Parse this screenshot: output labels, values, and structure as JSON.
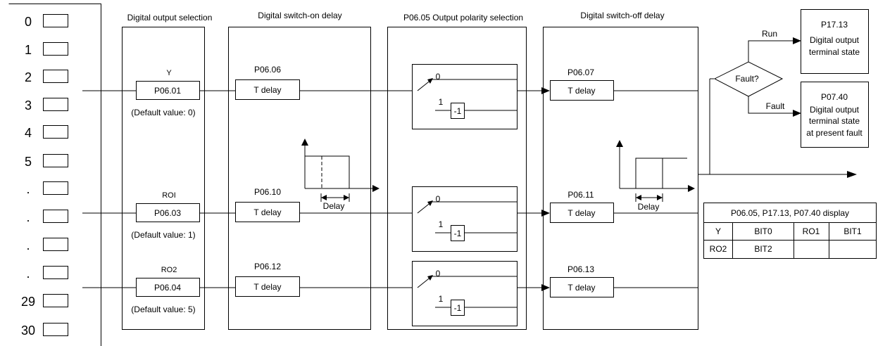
{
  "left_terminal_labels": [
    "0",
    "1",
    "2",
    "3",
    "4",
    "5",
    ".",
    ".",
    ".",
    ".",
    "29",
    "30"
  ],
  "columns": {
    "selection": "Digital output selection",
    "on_delay": "Digital switch-on delay",
    "polarity": "P06.05 Output polarity selection",
    "off_delay": "Digital switch-off delay"
  },
  "channels": [
    {
      "name": "Y",
      "param": "P06.01",
      "default": "(Default value: 0)",
      "on_param": "P06.06",
      "off_param": "P06.07"
    },
    {
      "name": "ROI",
      "param": "P06.03",
      "default": "(Default value: 1)",
      "on_param": "P06.10",
      "off_param": "P06.11"
    },
    {
      "name": "RO2",
      "param": "P06.04",
      "default": "(Default value: 5)",
      "on_param": "P06.12",
      "off_param": "P06.13"
    }
  ],
  "t_delay": "T delay",
  "polarity_zero": "0",
  "polarity_one": "1",
  "polarity_neg": "-1",
  "delay_label": "Delay",
  "fault_decision": "Fault?",
  "run_label": "Run",
  "fault_label": "Fault",
  "p1713_code": "P17.13",
  "p1713_text": [
    "Digital output",
    "terminal state"
  ],
  "p0740_code": "P07.40",
  "p0740_text": [
    "Digital output",
    "terminal state",
    "at present fault"
  ],
  "display_table": {
    "title": "P06.05, P17.13, P07.40 display",
    "rows": [
      [
        "Y",
        "BIT0",
        "RO1",
        "BIT1"
      ],
      [
        "RO2",
        "BIT2",
        "",
        ""
      ]
    ]
  }
}
